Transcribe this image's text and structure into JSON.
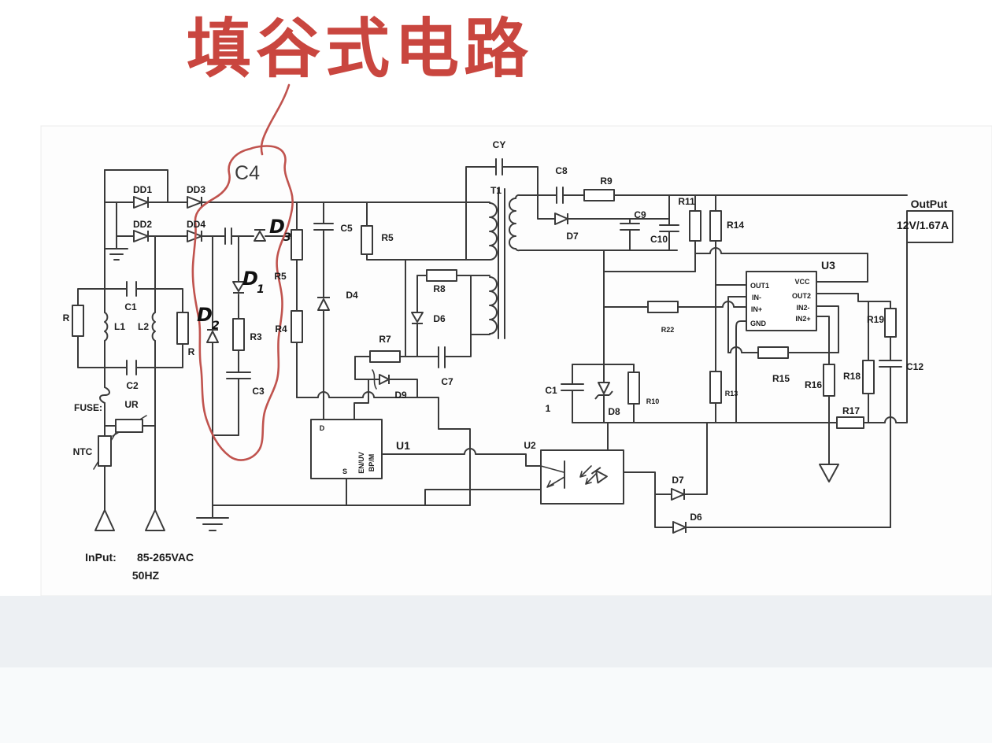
{
  "title": "填谷式电路",
  "callout": {
    "c4": "C4"
  },
  "colors": {
    "annotation_red": "#c0534e",
    "ink": "#3a3a3a",
    "panel": "#fdfdfd",
    "bottom_band": "#edf0f3"
  },
  "ac_input": {
    "dd1": "DD1",
    "dd2": "DD2",
    "dd3": "DD3",
    "dd4": "DD4",
    "c1": "C1",
    "c2": "C2",
    "l1": "L1",
    "l2": "L2",
    "r_left": "R",
    "r_right": "R",
    "fuse": "FUSE:",
    "ur": "UR",
    "ntc": "NTC",
    "input_label": "InPut:",
    "voltage": "85-265VAC",
    "freq": "50HZ"
  },
  "valley_fill": {
    "d1": "D",
    "d1_sub": "1",
    "d2": "D",
    "d2_sub": "2",
    "d3": "D",
    "d3_sub": "3",
    "r3": "R3",
    "c3": "C3",
    "r5": "R5",
    "r4": "R4"
  },
  "primary": {
    "c5": "C5",
    "r5b": "R5",
    "d4": "D4",
    "r7": "R7",
    "d9": "D9",
    "c7": "C7",
    "d6": "D6",
    "r8": "R8",
    "cy": "CY",
    "t1": "T1"
  },
  "u1": {
    "name": "U1",
    "pin_d": "D",
    "pin_s": "S",
    "pin_en": "EN/UV",
    "pin_bp": "BP/M"
  },
  "secondary": {
    "c8": "C8",
    "r9": "R9",
    "d7": "D7",
    "c9": "C9",
    "c10": "C10",
    "r11": "R11",
    "r14": "R14",
    "r22": "R22",
    "r13": "R13",
    "c11_a": "C1",
    "c11_b": "1",
    "d8": "D8",
    "r10": "R10"
  },
  "u3": {
    "name": "U3",
    "vcc": "VCC",
    "out1": "OUT1",
    "out2": "OUT2",
    "in_minus": "IN-",
    "in_plus": "IN+",
    "in2_minus": "IN2-",
    "in2_plus": "IN2+",
    "gnd": "GND"
  },
  "feedback": {
    "r15": "R15",
    "r16": "R16",
    "r18": "R18",
    "r19": "R19",
    "r17": "R17",
    "c12": "C12",
    "u2": "U2",
    "d7b": "D7",
    "d6b": "D6"
  },
  "output": {
    "label": "OutPut",
    "rating": "12V/1.67A"
  }
}
